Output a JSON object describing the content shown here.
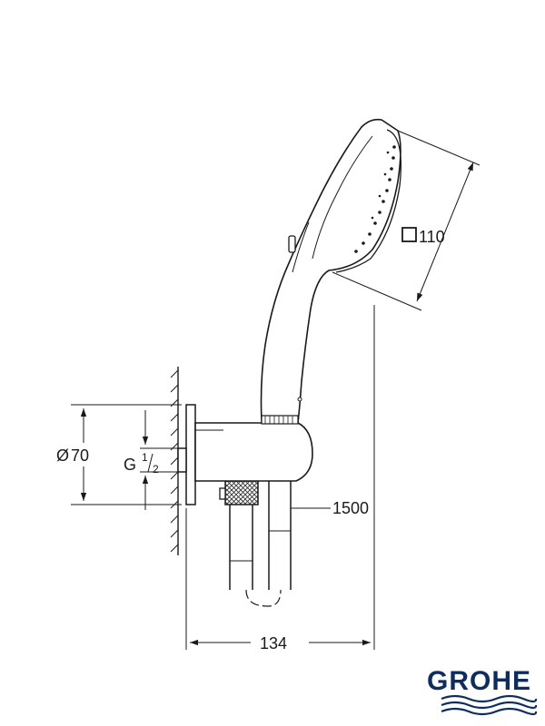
{
  "dimensions": {
    "head_square": "110",
    "diameter": "70",
    "thread_g": "G",
    "thread_num": "1",
    "thread_den": "2",
    "hose_length": "1500",
    "projection": "134"
  },
  "symbols": {
    "square": "square-icon",
    "diameter": "Ø"
  },
  "brand": {
    "name": "GROHE",
    "color": "#0f2d5c"
  }
}
